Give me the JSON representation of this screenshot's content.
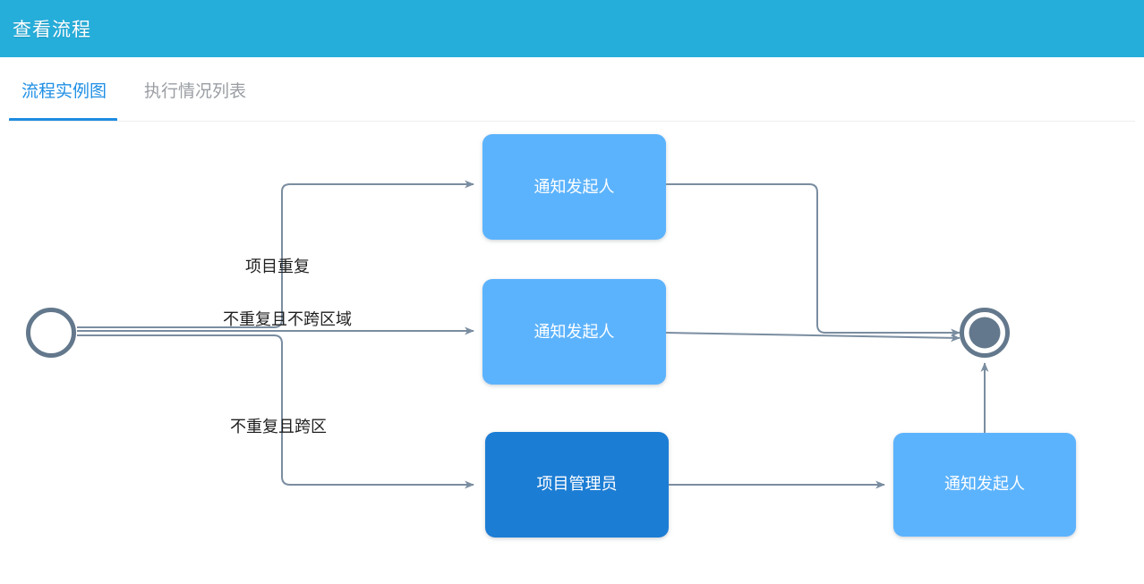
{
  "header": {
    "title": "查看流程",
    "background_color": "#26aedb",
    "title_color": "#ffffff"
  },
  "tabs": {
    "active_index": 0,
    "accent_color": "#1e8ce0",
    "inactive_color": "#9a9ea3",
    "items": [
      {
        "label": "流程实例图",
        "active": true
      },
      {
        "label": "执行情况列表",
        "active": false
      }
    ]
  },
  "diagram": {
    "type": "flowchart",
    "colors": {
      "node_active": "#5cb3fd",
      "node_current": "#1d7dd4",
      "edge": "#7a8da0",
      "event_stroke": "#63788c",
      "event_fill": "#63788c",
      "node_text": "#ffffff",
      "edge_label_text": "#1f1f1f"
    },
    "events": [
      {
        "id": "start",
        "name": "start-event",
        "shape": "circle-hollow"
      },
      {
        "id": "end",
        "name": "end-event",
        "shape": "circle-filled-ring"
      }
    ],
    "nodes": [
      {
        "id": "task-notify-top",
        "label": "通知发起人",
        "style": "active"
      },
      {
        "id": "task-notify-middle",
        "label": "通知发起人",
        "style": "active"
      },
      {
        "id": "task-project-admin",
        "label": "项目管理员",
        "style": "current"
      },
      {
        "id": "task-notify-bottom",
        "label": "通知发起人",
        "style": "active"
      }
    ],
    "edges": [
      {
        "id": "e1",
        "from": "start",
        "to": "task-notify-top",
        "label": "项目重复"
      },
      {
        "id": "e2",
        "from": "start",
        "to": "task-notify-middle",
        "label": "不重复且不跨区域"
      },
      {
        "id": "e3",
        "from": "start",
        "to": "task-project-admin",
        "label": "不重复且跨区"
      },
      {
        "id": "e4",
        "from": "task-notify-top",
        "to": "end",
        "label": ""
      },
      {
        "id": "e5",
        "from": "task-notify-middle",
        "to": "end",
        "label": ""
      },
      {
        "id": "e6",
        "from": "task-project-admin",
        "to": "task-notify-bottom",
        "label": ""
      },
      {
        "id": "e7",
        "from": "task-notify-bottom",
        "to": "end",
        "label": ""
      }
    ]
  }
}
